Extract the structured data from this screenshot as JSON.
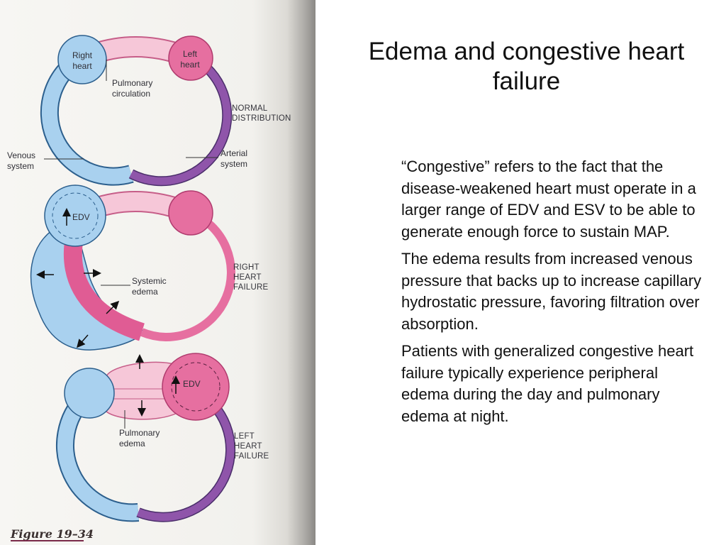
{
  "slide": {
    "title": "Edema and congestive heart failure",
    "paragraphs": [
      "“Congestive” refers to the fact that the disease-weakened heart must operate in a larger range of EDV and ESV to be able to generate enough force to sustain MAP.",
      "The edema results from increased venous pressure that backs up to increase capillary hydrostatic pressure, favoring filtration over absorption.",
      "Patients with generalized congestive heart failure typically experience peripheral edema during the day and pulmonary edema at night."
    ]
  },
  "figure": {
    "caption": "Figure 19–34",
    "colors": {
      "venous_blue": "#a9d1ef",
      "pulmonary_pink": "#f6c7d8",
      "left_heart_pink": "#e66fa0",
      "arterial_purple": "#8f55aa",
      "outline": "#2c5f8d"
    },
    "panels": {
      "normal": {
        "right_heart_label": [
          "Right",
          "heart"
        ],
        "left_heart_label": [
          "Left",
          "heart"
        ],
        "pulmonary_label": [
          "Pulmonary",
          "circulation"
        ],
        "venous_label": [
          "Venous",
          "system"
        ],
        "arterial_label": [
          "Arterial",
          "system"
        ],
        "condition_label": [
          "NORMAL",
          "DISTRIBUTION"
        ]
      },
      "right_failure": {
        "edv_label": "EDV",
        "edema_label": [
          "Systemic",
          "edema"
        ],
        "condition_label": [
          "RIGHT",
          "HEART",
          "FAILURE"
        ]
      },
      "left_failure": {
        "edv_label": "EDV",
        "edema_label": [
          "Pulmonary",
          "edema"
        ],
        "condition_label": [
          "LEFT",
          "HEART",
          "FAILURE"
        ]
      }
    }
  }
}
